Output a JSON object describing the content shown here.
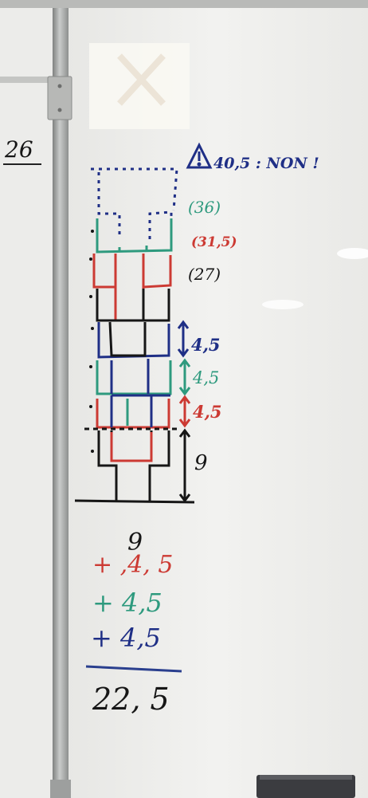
{
  "colors": {
    "wall": "#d4d4d0",
    "board": "#efefed",
    "frame": "#9a9c9b",
    "blue": "#1f2f86",
    "teal": "#2e9a7e",
    "red": "#cc3a33",
    "black": "#161616"
  },
  "board_top_left": {
    "partial_number": "26"
  },
  "warning": {
    "icon": "warning-triangle-icon",
    "text": "40,5 : NON !"
  },
  "tower_labels": {
    "teal": "(36)",
    "red": "(31,5)",
    "black": "(27)"
  },
  "step_labels": {
    "blue": "4,5",
    "teal": "4,5",
    "red": "4,5",
    "base": "9"
  },
  "addition": {
    "line1": "9",
    "line2": "+ ,4, 5",
    "line3": "+ 4,5",
    "line4": "+ 4,5",
    "result": "22, 5"
  }
}
